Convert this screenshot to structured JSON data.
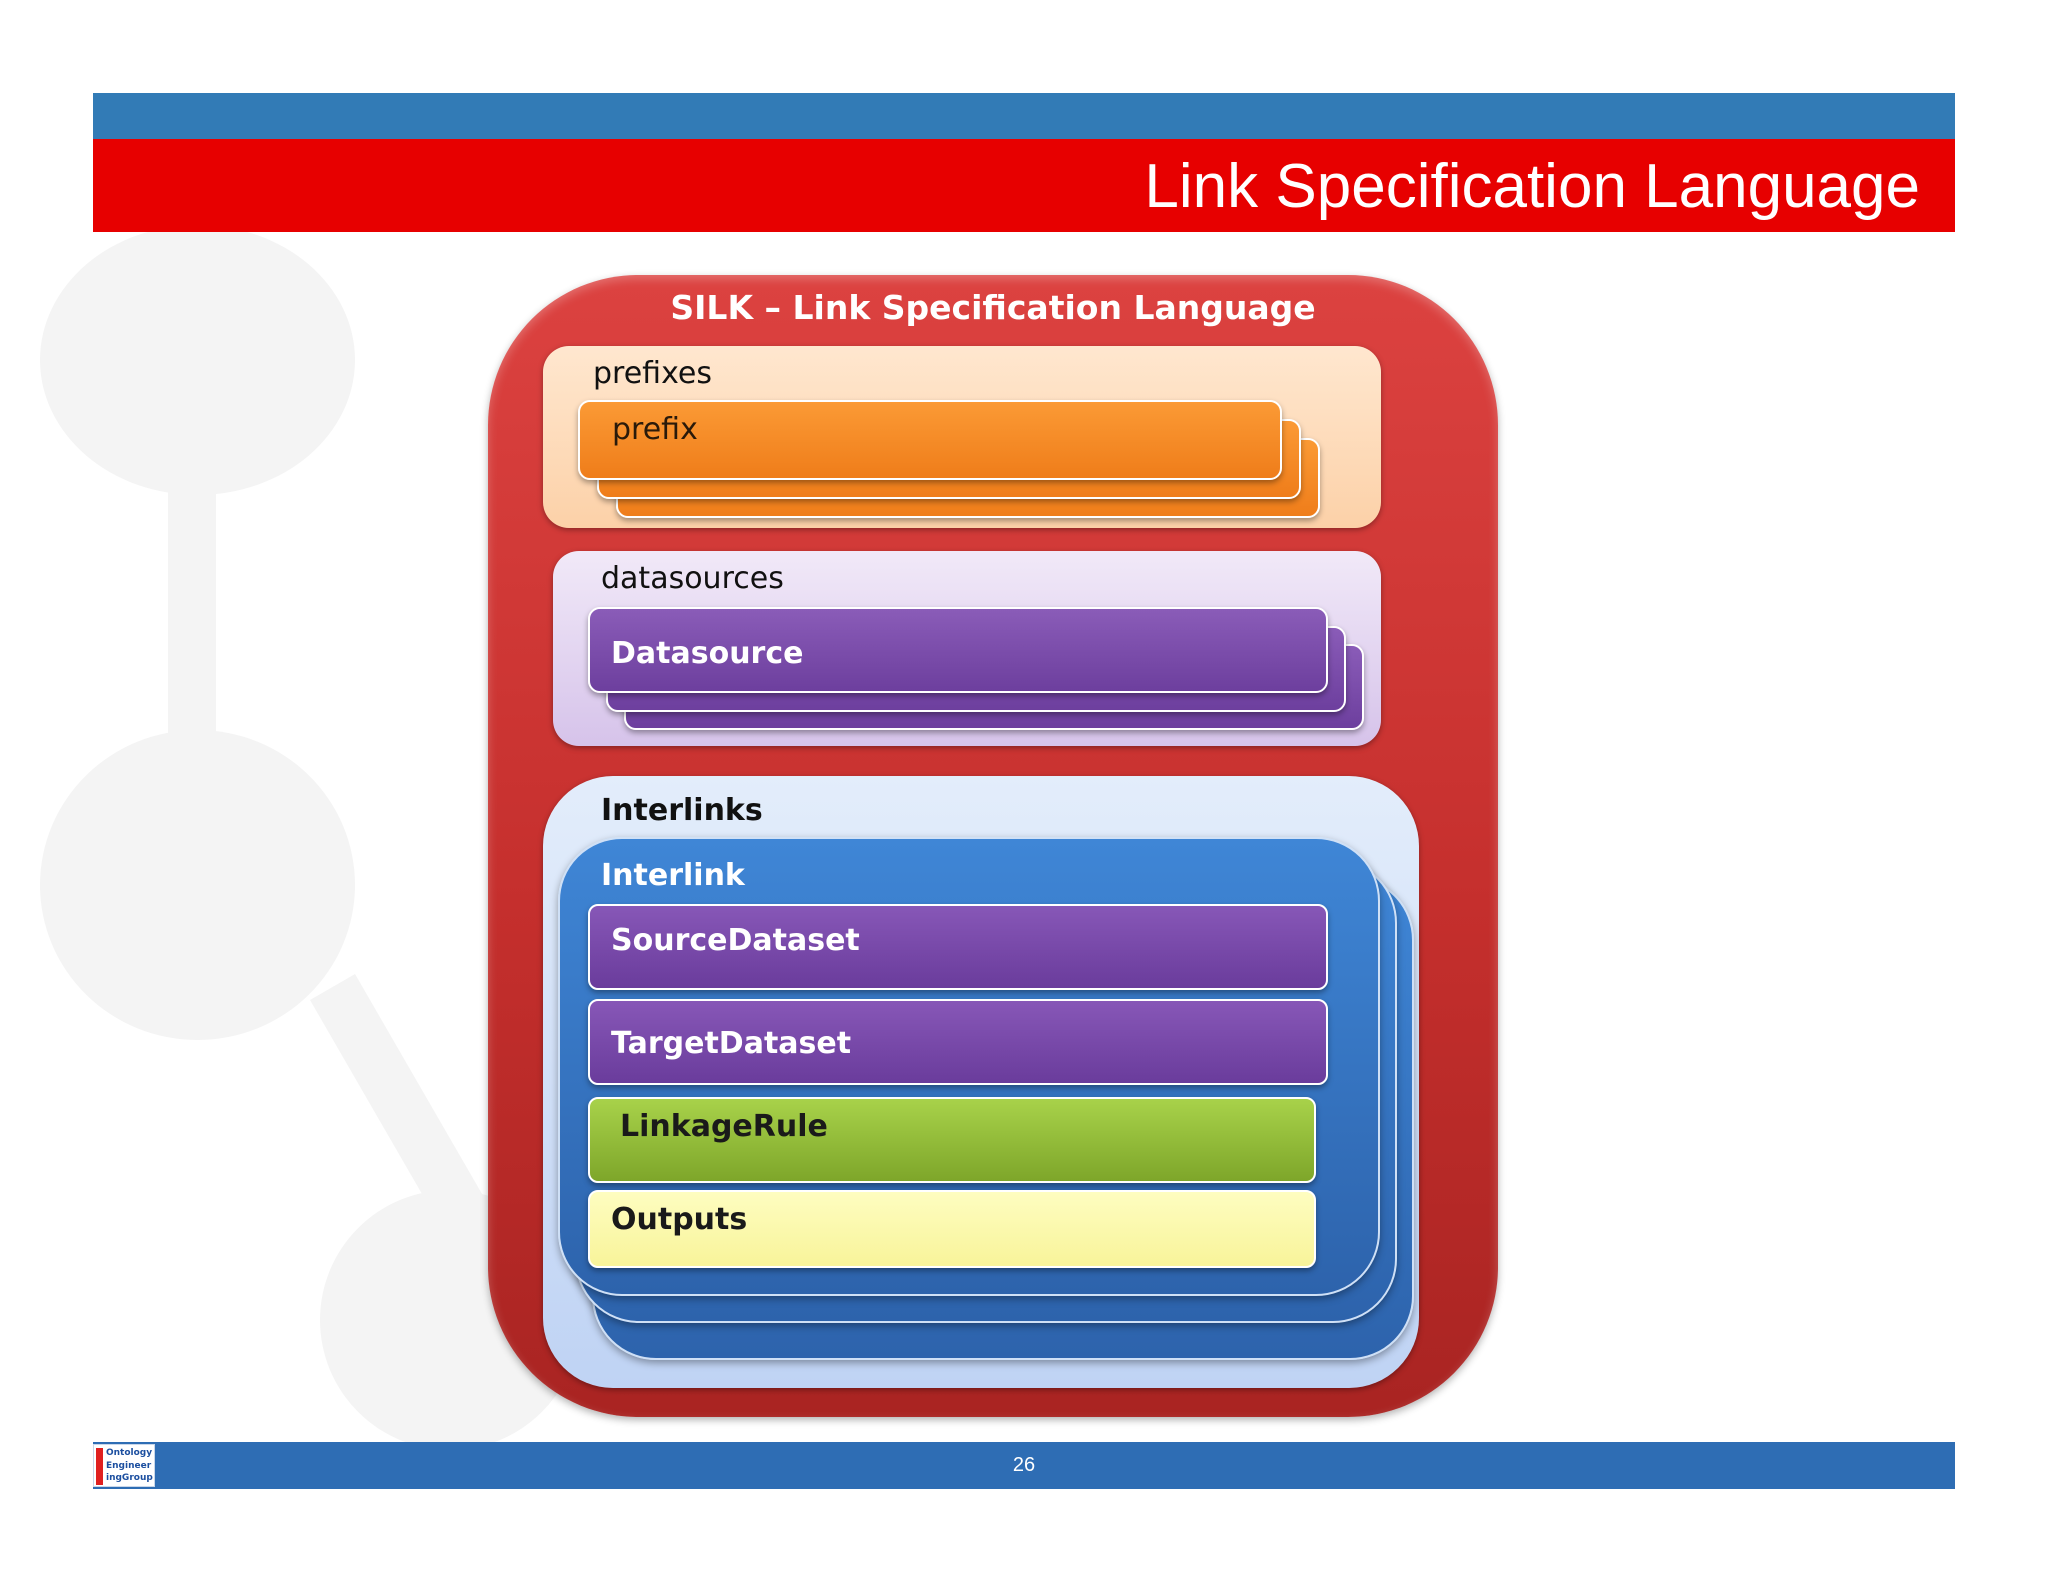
{
  "header": {
    "title": "Link Specification Language"
  },
  "footer": {
    "page_number": "26",
    "logo_text": "Ontology\nEngineer\ningGroup"
  },
  "diagram": {
    "outer_title": "SILK – Link Specification Language",
    "prefixes": {
      "label": "prefixes",
      "item": "prefix"
    },
    "datasources": {
      "label": "datasources",
      "item": "Datasource"
    },
    "interlinks": {
      "label": "Interlinks",
      "interlink_label": "Interlink",
      "items": [
        "SourceDataset",
        "TargetDataset",
        "LinkageRule",
        "Outputs"
      ]
    },
    "colors": {
      "outer": "#c9302e",
      "prefix": "#f4861f",
      "datasource": "#7447a5",
      "interlink": "#3472c2",
      "linkage_rule": "#93c13a",
      "outputs": "#fbf8a6"
    }
  }
}
